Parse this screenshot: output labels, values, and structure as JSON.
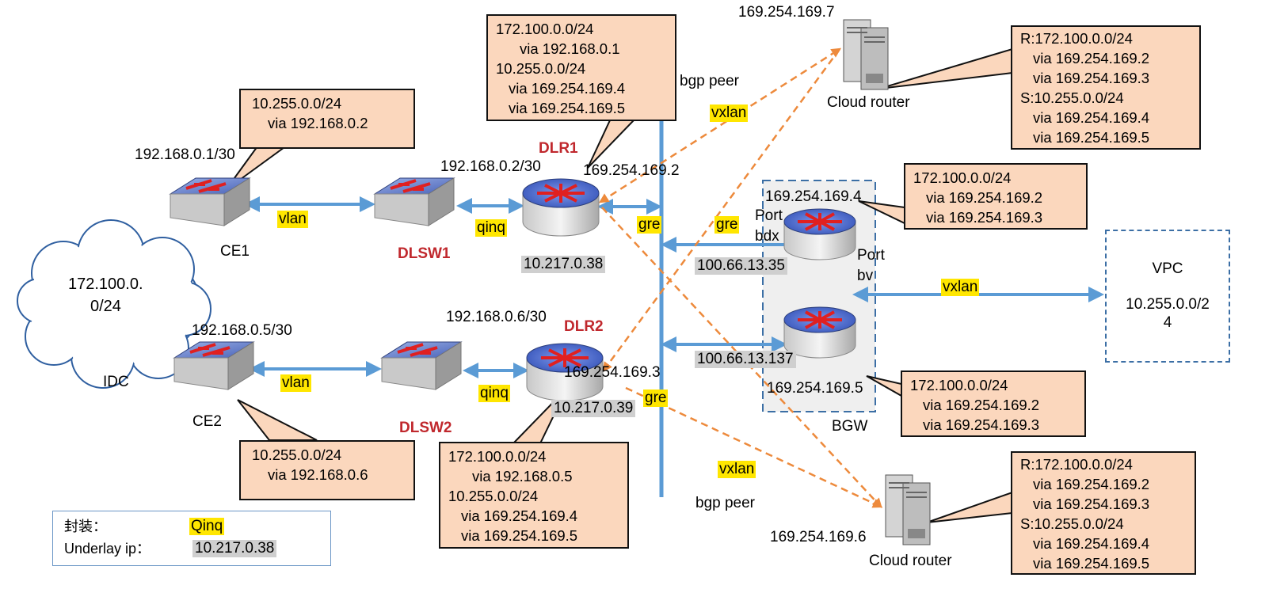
{
  "idc": {
    "cloud_text_1": "172.100.0.",
    "cloud_text_2": "0/24",
    "label": "IDC"
  },
  "devices": {
    "ce1": {
      "name": "CE1",
      "ip": "192.168.0.1/30"
    },
    "ce2": {
      "name": "CE2",
      "ip": "192.168.0.5/30"
    },
    "dlsw1": {
      "name": "DLSW1"
    },
    "dlsw2": {
      "name": "DLSW2"
    },
    "dlr1": {
      "name": "DLR1",
      "ip_left": "192.168.0.2/30",
      "ip_right": "169.254.169.2",
      "underlay": "10.217.0.38"
    },
    "dlr2": {
      "name": "DLR2",
      "ip_left": "192.168.0.6/30",
      "ip_right": "169.254.169.3",
      "underlay": "10.217.0.39"
    },
    "bgw": {
      "name": "BGW",
      "ip_top": "169.254.169.4",
      "ip_bottom": "169.254.169.5",
      "port_bdx_1": "Port",
      "port_bdx_2": "bdx",
      "port_bv_1": "Port",
      "port_bv_2": "bv",
      "addr_top": "100.66.13.35",
      "addr_bottom": "100.66.13.137"
    },
    "cr_top": {
      "name": "Cloud router",
      "ip": "169.254.169.7"
    },
    "cr_bottom": {
      "name": "Cloud router",
      "ip": "169.254.169.6"
    }
  },
  "links": {
    "vlan_top": "vlan",
    "vlan_bottom": "vlan",
    "qinq_top": "qinq",
    "qinq_bottom": "qinq",
    "gre_dlr1": "gre",
    "gre_bgw": "gre",
    "gre_dlr2": "gre",
    "vxlan_top": "vxlan",
    "vxlan_bottom": "vxlan",
    "vxlan_vpc": "vxlan",
    "bgp_top": "bgp peer",
    "bgp_bottom": "bgp peer"
  },
  "vpc": {
    "title": "VPC",
    "cidr_1": "10.255.0.0/2",
    "cidr_2": "4"
  },
  "notes": {
    "ce1": [
      "10.255.0.0/24",
      "  via 192.168.0.2"
    ],
    "ce2": [
      "10.255.0.0/24",
      "  via 192.168.0.6"
    ],
    "dlr1": [
      "172.100.0.0/24",
      "    via 192.168.0.1",
      "10.255.0.0/24",
      "   via 169.254.169.4",
      "   via 169.254.169.5"
    ],
    "dlr2": [
      "172.100.0.0/24",
      "    via 192.168.0.5",
      "10.255.0.0/24",
      "   via 169.254.169.4",
      "   via 169.254.169.5"
    ],
    "bgw_top": [
      "172.100.0.0/24",
      "   via 169.254.169.2",
      "   via 169.254.169.3"
    ],
    "bgw_bottom": [
      "172.100.0.0/24",
      "   via 169.254.169.2",
      "   via 169.254.169.3"
    ],
    "cr_top": [
      "R:172.100.0.0/24",
      "   via 169.254.169.2",
      "   via 169.254.169.3",
      "S:10.255.0.0/24",
      "   via 169.254.169.4",
      "   via 169.254.169.5"
    ],
    "cr_bottom": [
      "R:172.100.0.0/24",
      "   via 169.254.169.2",
      "   via 169.254.169.3",
      "S:10.255.0.0/24",
      "   via 169.254.169.4",
      "   via 169.254.169.5"
    ]
  },
  "legend": {
    "encap_label": "封装：",
    "encap_value": "Qinq",
    "underlay_label": "Underlay ip：",
    "underlay_value": "10.217.0.38"
  },
  "colors": {
    "link_blue": "#5b9bd5",
    "dashed_orange": "#ed8a3c",
    "note_fill": "#fbd7bd",
    "router_blue": "#4b6fd6",
    "label_red": "#c0282d"
  }
}
